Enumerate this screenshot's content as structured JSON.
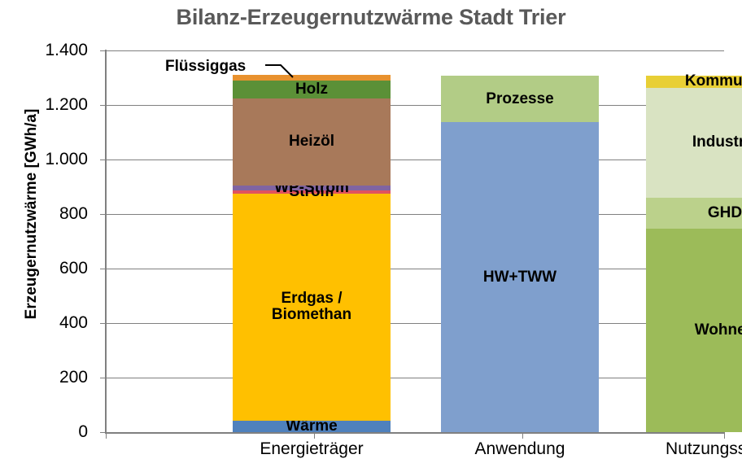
{
  "chart_data": {
    "type": "bar",
    "subtype": "stacked-column",
    "title": "Bilanz-Erzeugernutzwärme Stadt Trier",
    "xlabel": "",
    "ylabel": "Erzeugernutzwärme [GWh/a]",
    "ylim": [
      0,
      1400
    ],
    "yticks": [
      0,
      200,
      400,
      600,
      800,
      1000,
      1200,
      1400
    ],
    "ytick_labels": [
      "0",
      "200",
      "400",
      "600",
      "800",
      "1.000",
      "1.200",
      "1.400"
    ],
    "grid": "horizontal",
    "legend": "none (segments labelled in place)",
    "categories": [
      "Energieträger",
      "Anwendung",
      "Nutzungssektor"
    ],
    "columns": [
      {
        "category": "Energieträger",
        "total": 1309,
        "segments": [
          {
            "name": "Wärme",
            "value": 42,
            "color": "#4F81BD",
            "label": "Wärme",
            "label_visible": true
          },
          {
            "name": "Erdgas / Biomethan",
            "value": 833,
            "color": "#FFC000",
            "label": "Erdgas /\nBiomethan",
            "label_visible": true
          },
          {
            "name": "Strom",
            "value": 12,
            "color": "#E0525F",
            "label": "Strom",
            "label_visible": true
          },
          {
            "name": "WP-Strom",
            "value": 18,
            "color": "#8064A2",
            "label": "WP-Strom",
            "label_visible": true
          },
          {
            "name": "Heizöl",
            "value": 320,
            "color": "#A8795A",
            "label": "Heizöl",
            "label_visible": true
          },
          {
            "name": "Holz",
            "value": 66,
            "color": "#5B9037",
            "label": "Holz",
            "label_visible": true
          },
          {
            "name": "Flüssiggas",
            "value": 18,
            "color": "#E8912E",
            "label": "Flüssiggas",
            "label_visible": false
          }
        ]
      },
      {
        "category": "Anwendung",
        "total": 1307,
        "segments": [
          {
            "name": "HW+TWW",
            "value": 1137,
            "color": "#7F9FCD",
            "label": "HW+TWW",
            "label_visible": true
          },
          {
            "name": "Prozesse",
            "value": 170,
            "color": "#B2CC86",
            "label": "Prozesse",
            "label_visible": true
          }
        ]
      },
      {
        "category": "Nutzungssektor",
        "total": 1308,
        "segments": [
          {
            "name": "Wohnen",
            "value": 746,
            "color": "#9CBB59",
            "label": "Wohnen",
            "label_visible": true
          },
          {
            "name": "GHD",
            "value": 114,
            "color": "#BBD18B",
            "label": "GHD",
            "label_visible": true
          },
          {
            "name": "Industrie",
            "value": 403,
            "color": "#D9E3C2",
            "label": "Industrie",
            "label_visible": true
          },
          {
            "name": "Kommunal",
            "value": 45,
            "color": "#E8CF35",
            "label": "Kommunal",
            "label_visible": true
          }
        ]
      }
    ],
    "annotations": [
      {
        "name": "fluessiggas-callout",
        "text": "Flüssiggas",
        "points_to": "Flüssiggas segment of Energieträger column"
      }
    ]
  },
  "colors": {
    "title": "#595959",
    "axis": "#808080",
    "grid": "#808080",
    "text": "#000000",
    "background": "#FFFFFF"
  }
}
